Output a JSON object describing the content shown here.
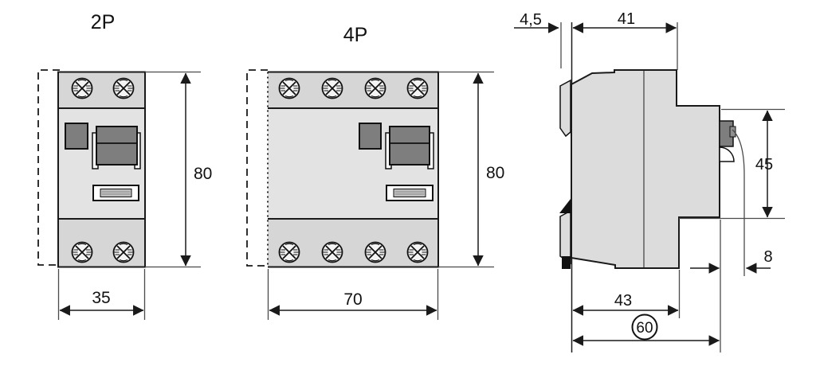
{
  "diagram": {
    "type": "dimension-drawing",
    "views": {
      "p2": {
        "title": "2P",
        "width": "35",
        "height": "80"
      },
      "p4": {
        "title": "4P",
        "width": "70",
        "height": "80"
      },
      "side": {
        "clip_depth": "4,5",
        "top_depth": "41",
        "front_height": "45",
        "handle_depth": "8",
        "base_depth": "43",
        "overall_depth": "60"
      }
    },
    "colors": {
      "body": "#dcdcdc",
      "band": "#d6d6d6",
      "panel": "#e3e3e3",
      "dark": "#7e7e7e",
      "label_plate": "#bdbdbd",
      "line": "#1a1a1a"
    }
  }
}
